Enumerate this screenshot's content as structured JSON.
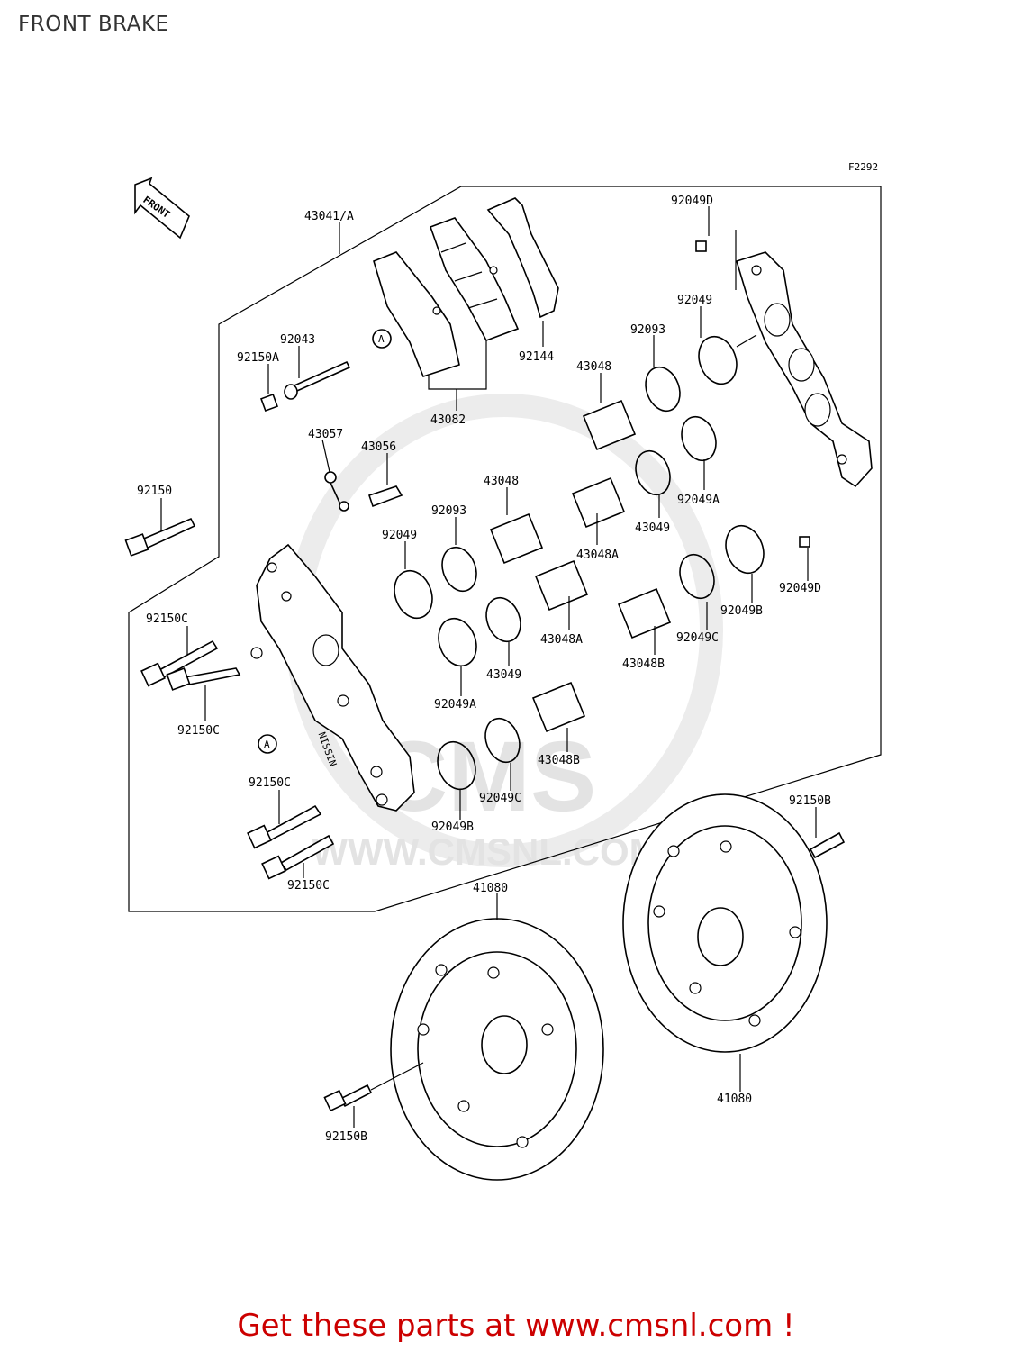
{
  "page": {
    "title": "FRONT BRAKE",
    "promo": "Get these parts at www.cmsnl.com !"
  },
  "diagram": {
    "figure_code": "F2292",
    "front_arrow_label": "FRONT",
    "ref_marker": "A",
    "watermark_text": "CMS",
    "watermark_url": "WWW.CMSNL.COM",
    "callouts": [
      "43041/A",
      "92049D",
      "92049",
      "92093",
      "43048",
      "92144",
      "43082",
      "92043",
      "92150A",
      "43057",
      "43056",
      "43048",
      "92093",
      "92049",
      "43048A",
      "43049",
      "92049A",
      "92150",
      "92150C",
      "92150C",
      "43048A",
      "43049",
      "92049A",
      "43048B",
      "92049C",
      "92049B",
      "43048B",
      "92049C",
      "92049B",
      "92150C",
      "92150C",
      "92049D",
      "92150B",
      "41080",
      "41080",
      "92150B"
    ]
  }
}
